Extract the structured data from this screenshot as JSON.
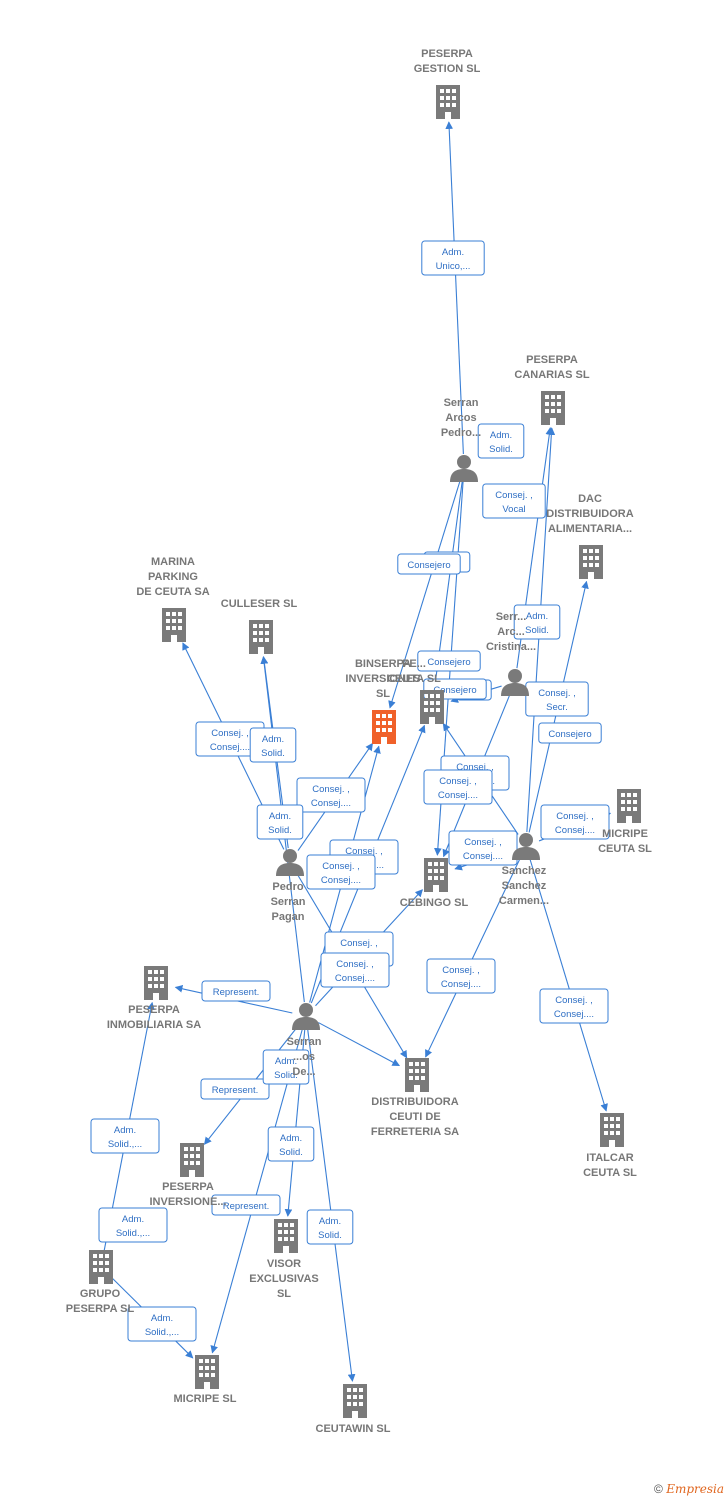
{
  "colors": {
    "node": "#7a7a7a",
    "focus": "#f0612a",
    "edge": "#3a7fd5",
    "label_text": "#2f6fc4"
  },
  "nodes": [
    {
      "id": "peserpa_gestion",
      "kind": "company",
      "label": [
        "PESERPA",
        "GESTION SL"
      ]
    },
    {
      "id": "peserpa_canarias",
      "kind": "company",
      "label": [
        "PESERPA",
        "CANARIAS SL"
      ]
    },
    {
      "id": "dac",
      "kind": "company",
      "label": [
        "DAC",
        "DISTRIBUIDORA",
        "ALIMENTARIA..."
      ]
    },
    {
      "id": "marina",
      "kind": "company",
      "label": [
        "MARINA",
        "PARKING",
        "DE CEUTA SA"
      ]
    },
    {
      "id": "culleser",
      "kind": "company",
      "label": [
        "CULLESER  SL"
      ]
    },
    {
      "id": "binserpa",
      "kind": "company",
      "focus": true,
      "label": [
        "BINSERPA",
        "INVERSIONES",
        "SL"
      ]
    },
    {
      "id": "peserpa_ceuta",
      "kind": "company",
      "label": [
        "PE...",
        "CEUTA SL"
      ]
    },
    {
      "id": "micripe_ceuta",
      "kind": "company",
      "label": [
        "MICRIPE",
        "CEUTA  SL"
      ]
    },
    {
      "id": "cebingo",
      "kind": "company",
      "label": [
        "CEBINGO  SL"
      ]
    },
    {
      "id": "peserpa_inmob",
      "kind": "company",
      "label": [
        "PESERPA",
        "INMOBILIARIA SA"
      ]
    },
    {
      "id": "distribuidora",
      "kind": "company",
      "label": [
        "DISTRIBUIDORA",
        "CEUTI DE",
        "FERRETERIA SA"
      ]
    },
    {
      "id": "italcar",
      "kind": "company",
      "label": [
        "ITALCAR",
        "CEUTA SL"
      ]
    },
    {
      "id": "peserpa_inversiones",
      "kind": "company",
      "label": [
        "PESERPA",
        "INVERSIONE..."
      ]
    },
    {
      "id": "visor",
      "kind": "company",
      "label": [
        "VISOR",
        "EXCLUSIVAS",
        "SL"
      ]
    },
    {
      "id": "grupo_peserpa",
      "kind": "company",
      "label": [
        "GRUPO",
        "PESERPA  SL"
      ]
    },
    {
      "id": "micripe",
      "kind": "company",
      "label": [
        "MICRIPE  SL"
      ]
    },
    {
      "id": "ceutawin",
      "kind": "company",
      "label": [
        "CEUTAWIN  SL"
      ]
    },
    {
      "id": "serran_arcos_pedro",
      "kind": "person",
      "label": [
        "Serran",
        "Arcos",
        "Pedro..."
      ]
    },
    {
      "id": "serran_arcos_cristina",
      "kind": "person",
      "label": [
        "Serr...",
        "Arc...",
        "Cristina..."
      ]
    },
    {
      "id": "pedro_serran_pagan",
      "kind": "person",
      "label": [
        "Pedro",
        "Serran",
        "Pagan"
      ]
    },
    {
      "id": "sanchez_carmen",
      "kind": "person",
      "label": [
        "Sanchez",
        "Sanchez",
        "Carmen..."
      ]
    },
    {
      "id": "serran_de",
      "kind": "person",
      "label": [
        "Serran",
        "...os",
        "De..."
      ]
    }
  ],
  "edge_labels": [
    [
      "Adm.",
      "Unico,..."
    ],
    [
      "Adm.",
      "Solid."
    ],
    [
      "Consej. ,",
      "Vocal"
    ],
    [
      "...ero"
    ],
    [
      "Consejero"
    ],
    [
      "Adm.",
      "Solid."
    ],
    [
      "Consejero"
    ],
    [
      "...o"
    ],
    [
      "Consejero"
    ],
    [
      "Consej. ,",
      "Secr."
    ],
    [
      "Consejero"
    ],
    [
      "Consej. ,",
      "Consej...."
    ],
    [
      "Adm.",
      "Solid."
    ],
    [
      "Consej. ,",
      "Consej...."
    ],
    [
      "Adm.",
      "Solid."
    ],
    [
      "Consej. ,",
      "Consej...."
    ],
    [
      "Consej. ,",
      "Consej...."
    ],
    [
      "Consej. ,",
      "Consej...."
    ],
    [
      "Consej. ,",
      "Consej...."
    ],
    [
      "Consej. ,",
      "Consej...."
    ],
    [
      "Consej. ,",
      "Consej...."
    ],
    [
      "Consej. ,",
      "Consej...."
    ],
    [
      "Consej. ,",
      "Consej...."
    ],
    [
      "Consej. ,",
      "Consej...."
    ],
    [
      "Consej. ,",
      "Consej...."
    ],
    [
      "Represent."
    ],
    [
      "Represent."
    ],
    [
      "Adm.",
      "Solid."
    ],
    [
      "Adm.",
      "Solid.,..."
    ],
    [
      "Adm.",
      "Solid."
    ],
    [
      "Represent."
    ],
    [
      "Adm.",
      "Solid.,..."
    ],
    [
      "Adm.",
      "Solid."
    ],
    [
      "Adm.",
      "Solid.,..."
    ]
  ],
  "footer": {
    "copyright": "©",
    "brand": "Empresia"
  }
}
